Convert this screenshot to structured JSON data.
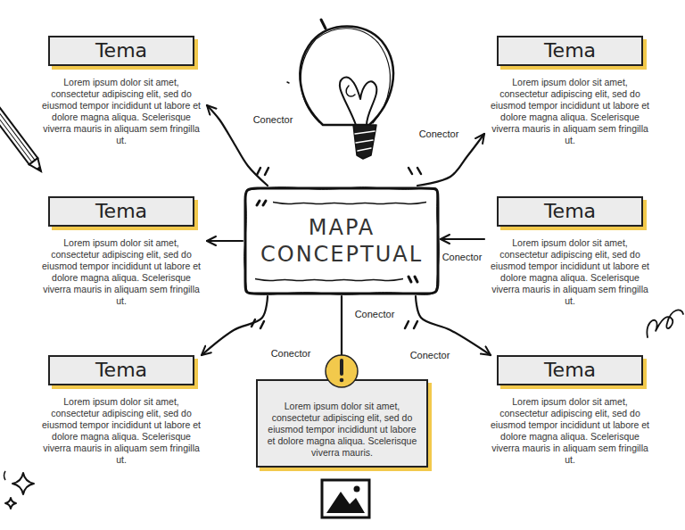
{
  "diagram": {
    "nodes": [
      {
        "text": [
          "Tema",
          "Lorem ipsum dolor sit amet, consectetur adipiscing elit, sed do eiusmod tempor incididunt ut labore et dolore magna aliqua. Scelerisque viverra mauris in aliquam sem fringilla ut."
        ]
      },
      {
        "text": [
          "Tema",
          "Lorem ipsum dolor sit amet, consectetur adipiscing elit, sed do eiusmod tempor incididunt ut labore et dolore magna aliqua. Scelerisque viverra mauris in aliquam sem fringilla ut."
        ]
      },
      {
        "text": [
          "Tema",
          "Lorem ipsum dolor sit amet, consectetur adipiscing elit, sed do eiusmod tempor incididunt ut labore et dolore magna aliqua. Scelerisque viverra mauris in aliquam sem fringilla ut."
        ]
      },
      {
        "text": [
          "MAPA CONCEPTUAL"
        ]
      },
      {
        "text": [
          "Tema",
          "Lorem ipsum dolor sit amet, consectetur adipiscing elit, sed do eiusmod tempor incididunt ut labore et dolore magna aliqua. Scelerisque viverra mauris in aliquam sem fringilla ut."
        ]
      },
      {
        "text": [
          "Tema",
          "Lorem ipsum dolor sit amet, consectetur adipiscing elit, sed do eiusmod tempor incididunt ut labore et dolore magna aliqua. Scelerisque viverra mauris in aliquam sem fringilla ut."
        ]
      },
      {
        "text": [
          "Lorem ipsum dolor sit amet, consectetur adipiscing elit, sed do eiusmod tempor incididunt ut labore et dolore magna aliqua. Scelerisque viverra mauris."
        ]
      },
      {
        "text": [
          "Tema",
          "Lorem ipsum dolor sit amet, consectetur adipiscing elit, sed do eiusmod tempor incididunt ut labore et dolore magna aliqua. Scelerisque viverra mauris in aliquam sem fringilla ut."
        ]
      }
    ],
    "edges": [
      {
        "from": 3,
        "to": 0,
        "arrow": "to",
        "label": "Conector"
      },
      {
        "from": 3,
        "to": 1,
        "arrow": "to",
        "label": "Conector"
      },
      {
        "from": 3,
        "to": 2,
        "arrow": "to"
      },
      {
        "from": 4,
        "to": 3,
        "arrow": "to",
        "label": "Conector"
      },
      {
        "from": 3,
        "to": 5,
        "arrow": "to",
        "label": "Conector"
      },
      {
        "from": 3,
        "to": 7,
        "arrow": "to",
        "label": "Conector"
      },
      {
        "from": 3,
        "to": 6,
        "arrow": "none",
        "label": "Conector"
      }
    ]
  }
}
